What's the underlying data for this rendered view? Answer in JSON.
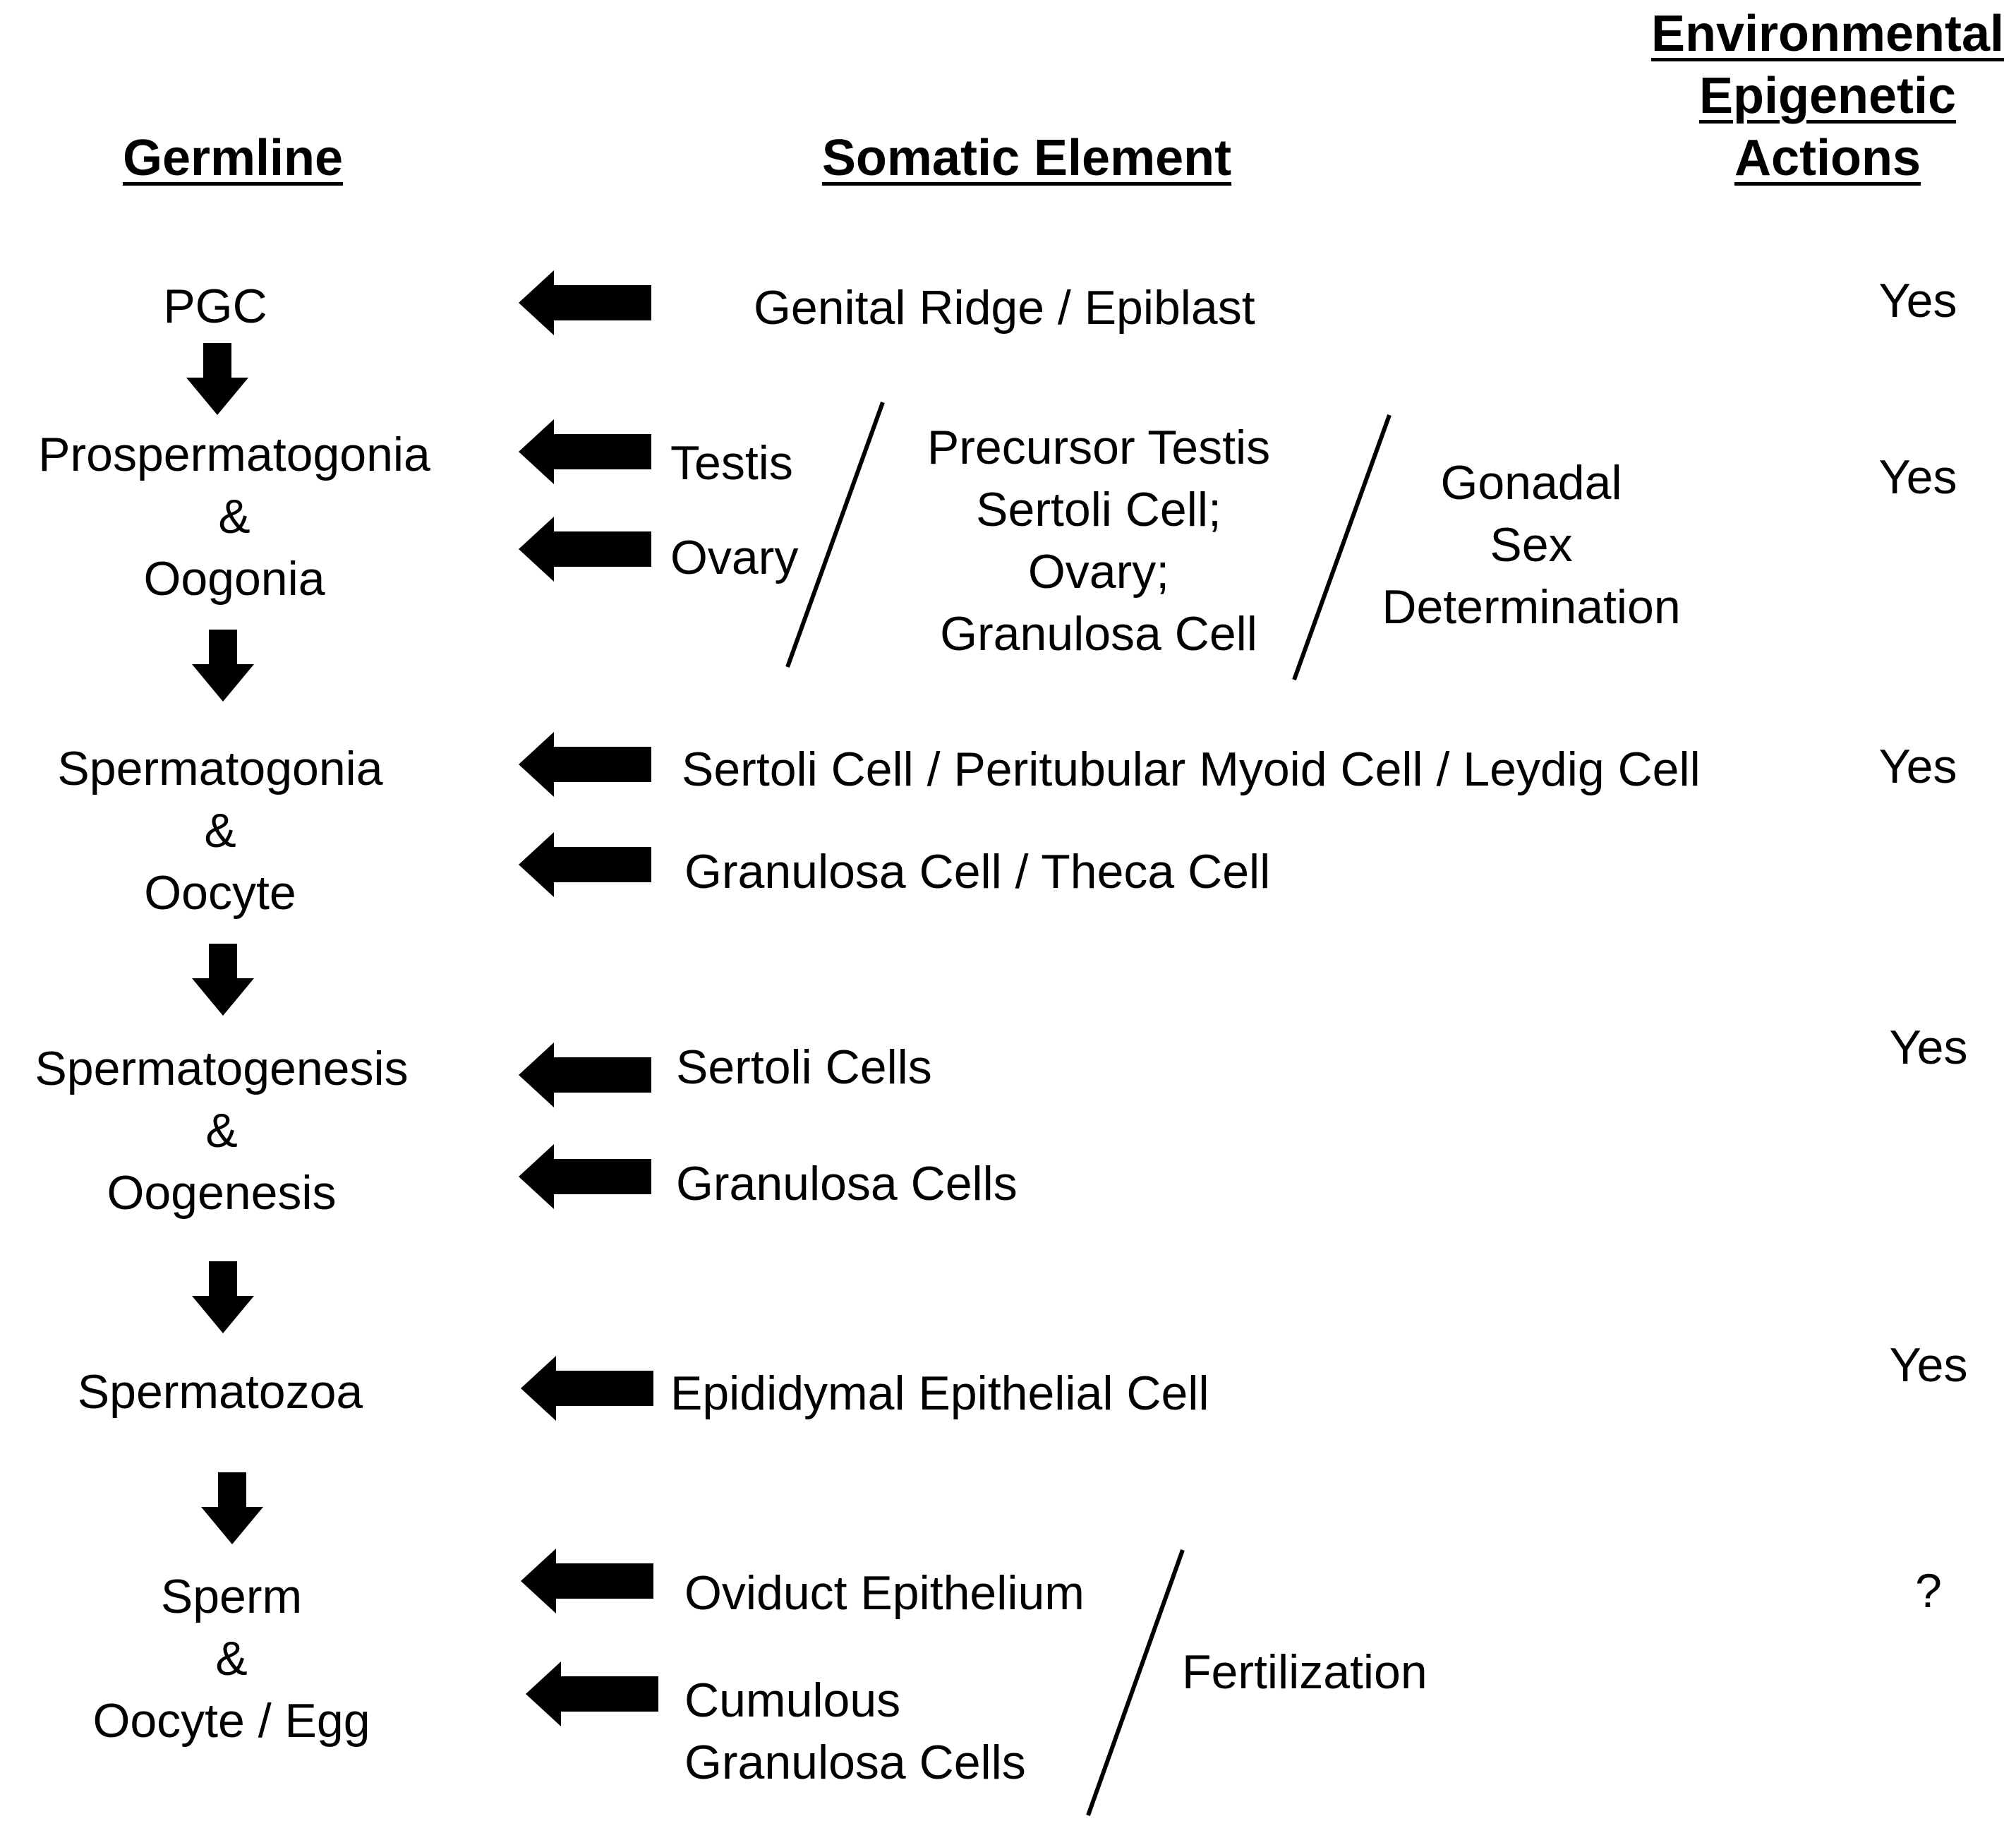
{
  "headers": {
    "germline": "Germline",
    "somatic": "Somatic Element",
    "environmental": [
      "Environmental",
      "Epigenetic",
      "Actions"
    ]
  },
  "germline": {
    "pgc": "PGC",
    "stage2": [
      "Prospermatogonia",
      "&",
      "Oogonia"
    ],
    "stage3": [
      "Spermatogonia",
      "&",
      "Oocyte"
    ],
    "stage4": [
      "Spermatogenesis",
      "&",
      "Oogenesis"
    ],
    "stage5": "Spermatozoa",
    "stage6": [
      "Sperm",
      "&",
      "Oocyte / Egg"
    ]
  },
  "somatic": {
    "row1": "Genital Ridge / Epiblast",
    "row2_testis": "Testis",
    "row2_ovary": "Ovary",
    "row2_precursor": [
      "Precursor Testis",
      "Sertoli Cell;",
      "Ovary;",
      "Granulosa Cell"
    ],
    "row2_gonadal": [
      "Gonadal",
      "Sex",
      "Determination"
    ],
    "row3_male": "Sertoli Cell / Peritubular Myoid Cell / Leydig Cell",
    "row3_female": "Granulosa Cell / Theca Cell",
    "row4_male": "Sertoli Cells",
    "row4_female": "Granulosa Cells",
    "row5": "Epididymal Epithelial Cell",
    "row6_oviduct": "Oviduct Epithelium",
    "row6_cumulous": [
      "Cumulous",
      "Granulosa Cells"
    ],
    "row6_fertilization": "Fertilization"
  },
  "environmental": {
    "row1": "Yes",
    "row2": "Yes",
    "row3": "Yes",
    "row4": "Yes",
    "row5": "Yes",
    "row6": "?"
  }
}
